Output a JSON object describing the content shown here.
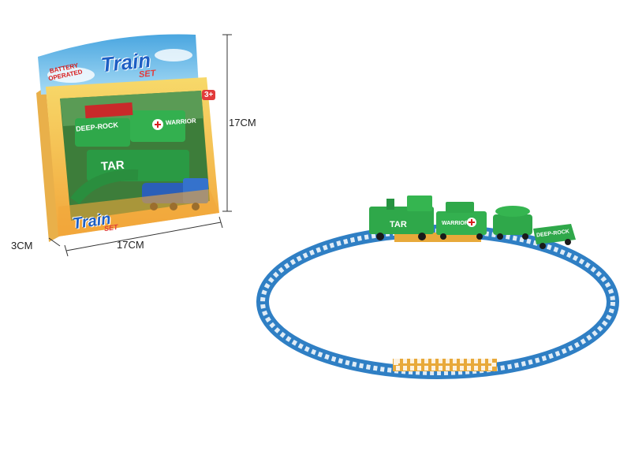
{
  "package": {
    "brand_top": "Train",
    "brand_top_sub": "SET",
    "badge": "BATTERY OPERATED",
    "age": "3+",
    "brand_bottom": "Train",
    "brand_bottom_sub": "SET",
    "car_labels": [
      "DEEP-ROCK",
      "WARRIOR",
      "TAR"
    ]
  },
  "dimensions": {
    "height": "17CM",
    "width": "17CM",
    "depth": "3CM"
  },
  "train": {
    "car_labels": [
      "TAR",
      "WARRIOR",
      "DEEP-ROCK"
    ]
  },
  "colors": {
    "track_blue": "#2f7fc4",
    "track_yellow": "#e8a93a",
    "train_green": "#2fa84a",
    "box_orange": "#f0a640",
    "box_sky": "#5fb6e6"
  }
}
